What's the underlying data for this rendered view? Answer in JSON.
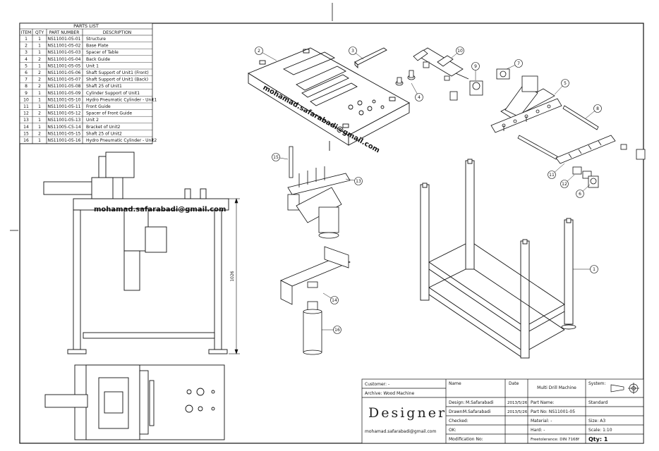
{
  "parts_list": {
    "title": "PARTS LIST",
    "headers": [
      "ITEM",
      "QTY",
      "PART NUMBER",
      "DESCRIPTION"
    ],
    "rows": [
      [
        "1",
        "1",
        "NS11001-05-01",
        "Structure"
      ],
      [
        "2",
        "1",
        "NS11001-05-02",
        "Base Plate"
      ],
      [
        "3",
        "1",
        "NS11001-05-03",
        "Spacer of Table"
      ],
      [
        "4",
        "2",
        "NS11001-05-04",
        "Back Guide"
      ],
      [
        "5",
        "1",
        "NS11001-05-05",
        "Unit 1"
      ],
      [
        "6",
        "2",
        "NS11001-05-06",
        "Shaft Support of Unit1 (Front)"
      ],
      [
        "7",
        "2",
        "NS11001-05-07",
        "Shaft Support of Unit1 (Back)"
      ],
      [
        "8",
        "2",
        "NS11001-05-08",
        "Shaft 25 of Unit1"
      ],
      [
        "9",
        "1",
        "NS11001-05-09",
        "Cylinder Support of Unit1"
      ],
      [
        "10",
        "1",
        "NS11001-05-10",
        "Hydro Pneumatic Cylinder - Unit1"
      ],
      [
        "11",
        "1",
        "NS11001-05-11",
        "Front Guide"
      ],
      [
        "12",
        "2",
        "NS11001-05-12",
        "Spacer of Front Guide"
      ],
      [
        "13",
        "1",
        "NS11001-05-13",
        "Unit 2"
      ],
      [
        "14",
        "1",
        "NS11005-C5-14",
        "Bracket of Unit2"
      ],
      [
        "15",
        "2",
        "NS11001-05-15",
        "Shaft 25 of Unit2"
      ],
      [
        "16",
        "1",
        "NS11001-05-16",
        "Hydro Pneumatic Cylinder - Unit2"
      ]
    ]
  },
  "watermark_email": "mohamad.safarabadi@gmail.com",
  "dimension_height": "1026",
  "callouts": [
    "1",
    "2",
    "3",
    "4",
    "5",
    "6",
    "7",
    "8",
    "9",
    "10",
    "11",
    "12",
    "13",
    "14",
    "15",
    "16"
  ],
  "title_block": {
    "customer": "Customer: -",
    "archive": "Archive: Wood Machine",
    "designer_logo": "Designer",
    "designer_email": "mohamad.safarabadi@gmail.com",
    "col_name": "Name",
    "col_date": "Date",
    "design_label": "Design:",
    "design_name": "M.Safarabadi",
    "design_date": "2013/5/26",
    "drawn_label": "Drawn:",
    "drawn_name": "M.Safarabadi",
    "drawn_date": "2013/5/26",
    "checked_label": "Checked:",
    "ok_label": "OK:",
    "modification_label": "Modification No:",
    "title": "Multi Drill Machine",
    "part_name": "Part Name:",
    "part_no": "Part No: NS11001-05",
    "material": "Material:   -",
    "hard": "Hard:    -",
    "free_tolerance": "Freetolerance: DIN 7168f",
    "system_label": "System:",
    "standard": "Standard",
    "size": "Size: A3",
    "scale": "Scale: 1:10",
    "qty": "Qty: 1"
  }
}
